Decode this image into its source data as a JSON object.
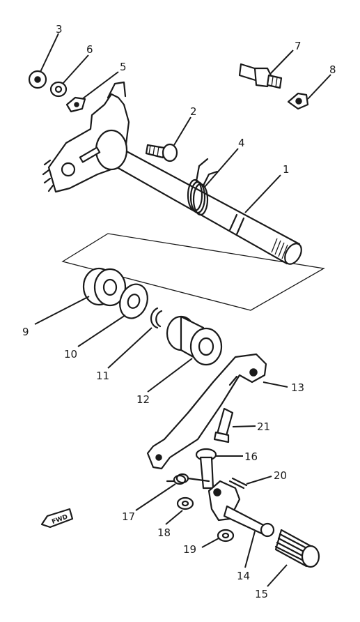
{
  "diagram": {
    "callouts": [
      "1",
      "2",
      "3",
      "4",
      "5",
      "6",
      "7",
      "8",
      "9",
      "10",
      "11",
      "12",
      "13",
      "14",
      "15",
      "16",
      "17",
      "18",
      "19",
      "20",
      "21"
    ],
    "fwd_label": "FWD"
  }
}
